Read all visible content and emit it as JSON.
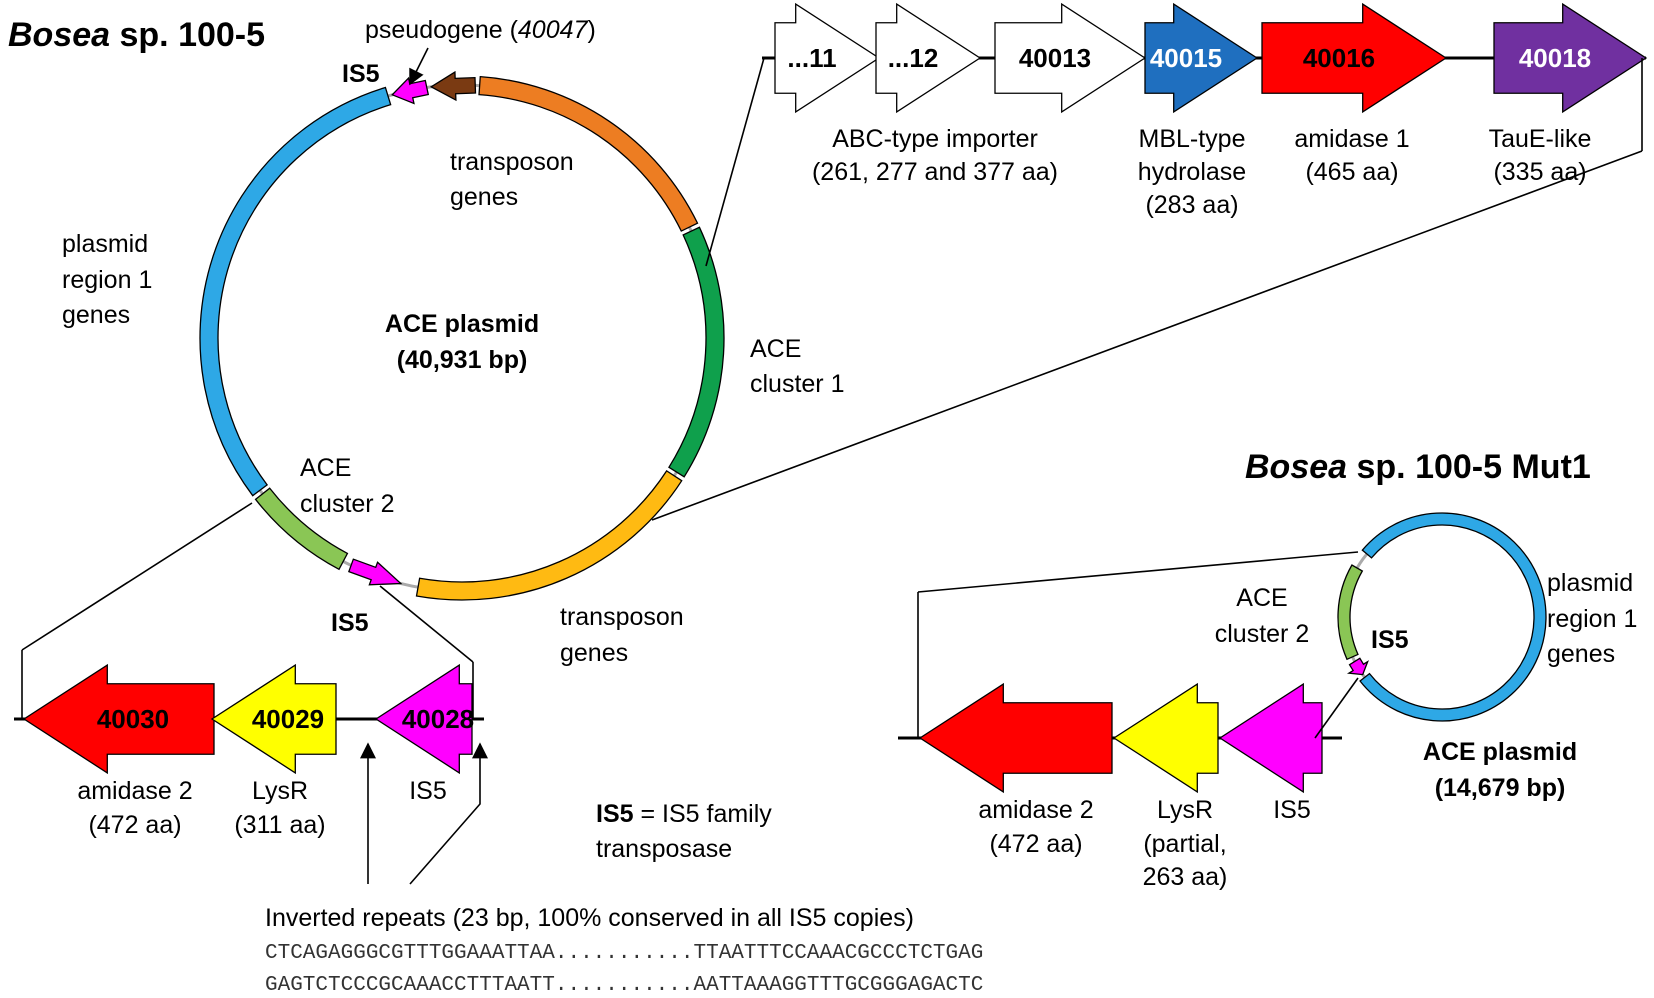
{
  "colors": {
    "orange": "#ED7D22",
    "green": "#0FA04C",
    "yellow_orange": "#FFBA12",
    "light_green": "#8AC655",
    "blue": "#2EA8E6",
    "magenta": "#FF00FF",
    "brown": "#7A3A12",
    "red": "#FF0000",
    "yellow": "#FFFF00",
    "mbl_blue": "#1F6FBF",
    "purple": "#7030A0"
  },
  "main": {
    "species_italic": "Bosea",
    "species_rest": " sp. 100-5",
    "pseudogene_prefix": "pseudogene (",
    "pseudogene_id": "40047",
    "pseudogene_suffix": ")",
    "is5_top": "IS5",
    "is5_bottom": "IS5",
    "transposon_top_1": "transposon",
    "transposon_top_2": "genes",
    "plasmid_region_1": "plasmid",
    "plasmid_region_2": "region 1",
    "plasmid_region_3": "genes",
    "plasmid_name": "ACE plasmid",
    "plasmid_size": "(40,931 bp)",
    "ace1_1": "ACE",
    "ace1_2": "cluster 1",
    "ace2_1": "ACE",
    "ace2_2": "cluster 2",
    "transposon_bottom_1": "transposon",
    "transposon_bottom_2": "genes"
  },
  "cluster1": {
    "genes": [
      {
        "id": "...11",
        "color": "#FFFFFF",
        "text_color": "#000000"
      },
      {
        "id": "...12",
        "color": "#FFFFFF",
        "text_color": "#000000"
      },
      {
        "id": "40013",
        "color": "#FFFFFF",
        "text_color": "#000000"
      },
      {
        "id": "40015",
        "color": "#1F6FBF",
        "text_color": "#FFFFFF"
      },
      {
        "id": "40016",
        "color": "#FF0000",
        "text_color": "#000000"
      },
      {
        "id": "40018",
        "color": "#7030A0",
        "text_color": "#FFFFFF"
      }
    ],
    "abc_1": "ABC-type importer",
    "abc_2": "(261, 277 and 377 aa)",
    "mbl_1": "MBL-type",
    "mbl_2": "hydrolase",
    "mbl_3": "(283 aa)",
    "amidase1_1": "amidase 1",
    "amidase1_2": "(465 aa)",
    "taue_1": "TauE-like",
    "taue_2": "(335 aa)"
  },
  "cluster2": {
    "genes": [
      {
        "id": "40030",
        "color": "#FF0000"
      },
      {
        "id": "40029",
        "color": "#FFFF00"
      },
      {
        "id": "40028",
        "color": "#FF00FF"
      }
    ],
    "amidase2_1": "amidase 2",
    "amidase2_2": "(472 aa)",
    "lysr_1": "LysR",
    "lysr_2": "(311 aa)",
    "is5": "IS5"
  },
  "legend": {
    "is5_bold": "IS5",
    "is5_rest": " = IS5 family",
    "line2": "transposase"
  },
  "repeats": {
    "title": "Inverted repeats (23 bp, 100% conserved in all IS5 copies)",
    "seq1_a": "CTCAGAGGGCGTTTGGAAATTAA",
    "seq1_dots": "...........",
    "seq1_b": "TTAATTTCCAAACGCCCTCTGAG",
    "seq2_a": "GAGTCTCCCGCAAACCTTTAATT",
    "seq2_dots": "...........",
    "seq2_b": "AATTAAAGGTTTGCGGGAGACTC"
  },
  "mut1": {
    "species_italic": "Bosea",
    "species_rest": " sp. 100-5 Mut1",
    "ace2_1": "ACE",
    "ace2_2": "cluster 2",
    "is5": "IS5",
    "region_1": "plasmid",
    "region_2": "region 1",
    "region_3": "genes",
    "plasmid_name": "ACE plasmid",
    "plasmid_size": "(14,679 bp)",
    "amidase2_1": "amidase 2",
    "amidase2_2": "(472 aa)",
    "lysr_1": "LysR",
    "lysr_2": "(partial,",
    "lysr_3": "263 aa)",
    "is5_gene": "IS5"
  }
}
